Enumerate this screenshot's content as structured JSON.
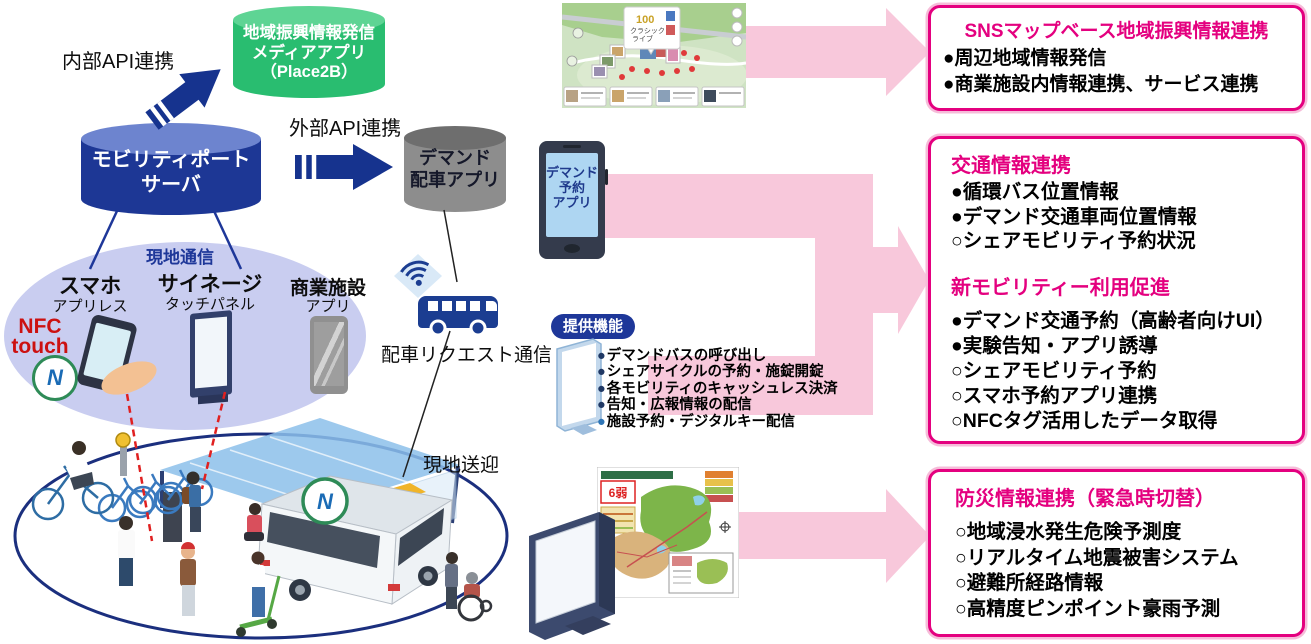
{
  "colors": {
    "magenta": "#e4007f",
    "pink_arrow": "#f8c8db",
    "navy": "#1e3799",
    "arrow_navy": "#16338e",
    "green_cylinder": "#29bd70",
    "gray_cylinder": "#8d8d8d",
    "zone_fill": "#c9cdf0",
    "red_accent": "#cc1111",
    "bullet_dark": "#1f3864",
    "bullet_light": "#2e75b6"
  },
  "labels": {
    "internal_api": "内部API連携",
    "external_api": "外部API連携",
    "dispatch_request": "配車リクエスト通信",
    "onsite_pickup": "現地送迎",
    "local_comm": "現地通信"
  },
  "cylinders": {
    "media_app": [
      "地域振興情報発信",
      "メディアアプリ",
      "（Place2B）"
    ],
    "mobility_server": [
      "モビリティポート",
      "サーバ"
    ],
    "demand_dispatch": [
      "デマンド",
      "配車アプリ"
    ]
  },
  "zone": {
    "smartphone_title": "スマホ",
    "smartphone_sub": "アプリレス",
    "nfc_touch_line1": "NFC",
    "nfc_touch_line2": "touch",
    "nfc_letter": "N",
    "signage_title": "サイネージ",
    "signage_sub": "タッチパネル",
    "commercial_title": "商業施設",
    "commercial_sub": "アプリ"
  },
  "demand_phone": [
    "デマンド",
    "予約",
    "アプリ"
  ],
  "functions": {
    "badge": "提供機能",
    "items": [
      {
        "bullet": "●",
        "text": "デマンドバスの呼び出し"
      },
      {
        "bullet": "●",
        "text": "シェアサイクルの予約・施錠開錠"
      },
      {
        "bullet": "●",
        "text": "各モビリティのキャッシュレス決済"
      },
      {
        "bullet": "●",
        "text": "告知・広報情報の配信"
      },
      {
        "bullet": "●",
        "text": "施設予約・デジタルキー配信"
      }
    ]
  },
  "map_popup": {
    "line1": "100",
    "line2": "クラシック",
    "line3": "ライブ"
  },
  "hazard_badge": "6弱",
  "boxes": {
    "sns": {
      "title": "SNSマップベース地域振興情報連携",
      "items": [
        "●周辺地域情報発信",
        "●商業施設内情報連携、サービス連携"
      ]
    },
    "traffic": {
      "title": "交通情報連携",
      "items": [
        "●循環バス位置情報",
        "●デマンド交通車両位置情報",
        "○シェアモビリティ予約状況"
      ]
    },
    "mobility": {
      "title": "新モビリティー利用促進",
      "items": [
        "●デマンド交通予約（高齢者向けUI）",
        "●実験告知・アプリ誘導",
        "○シェアモビリティ予約",
        "○スマホ予約アプリ連携",
        "○NFCタグ活用したデータ取得"
      ]
    },
    "disaster": {
      "title": "防災情報連携（緊急時切替）",
      "items": [
        "○地域浸水発生危険予測度",
        "○リアルタイム地震被害システム",
        "○避難所経路情報",
        "○高精度ピンポイント豪雨予測"
      ]
    }
  }
}
